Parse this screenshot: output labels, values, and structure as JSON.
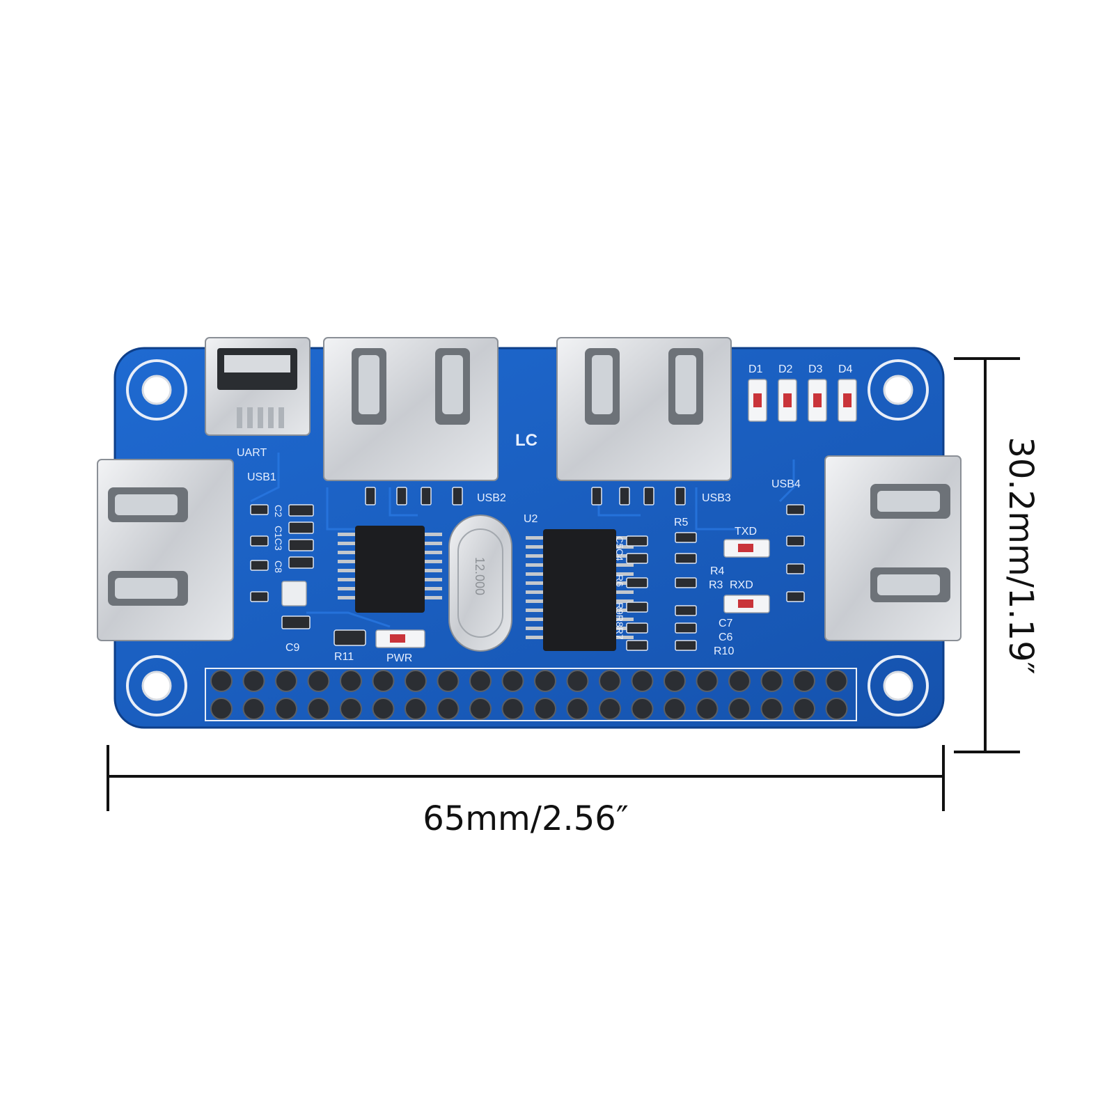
{
  "image": {
    "subject": "USB hub expansion board",
    "board_color": "#1a5fc2",
    "background": "#ffffff"
  },
  "dimensions": {
    "width_label": "65mm/2.56″",
    "height_label": "30.2mm/1.19″"
  },
  "silkscreen": {
    "uart": "UART",
    "usb1": "USB1",
    "usb2": "USB2",
    "usb3": "USB3",
    "usb4": "USB4",
    "d1": "D1",
    "d2": "D2",
    "d3": "D3",
    "d4": "D4",
    "u2": "U2",
    "r5": "R5",
    "r4": "R4",
    "r3": "R3",
    "txd": "TXD",
    "rxd": "RXD",
    "c7": "C7",
    "c6": "C6",
    "r10": "R10",
    "c9": "C9",
    "r11": "R11",
    "pwr": "PWR",
    "lc": "LC",
    "c5c4": "C5C4",
    "r6": "R6",
    "r9r8r7": "R9R8R7",
    "c2": "C2",
    "c1c3": "C1C3",
    "c8": "C8",
    "crystal": "12.000"
  }
}
